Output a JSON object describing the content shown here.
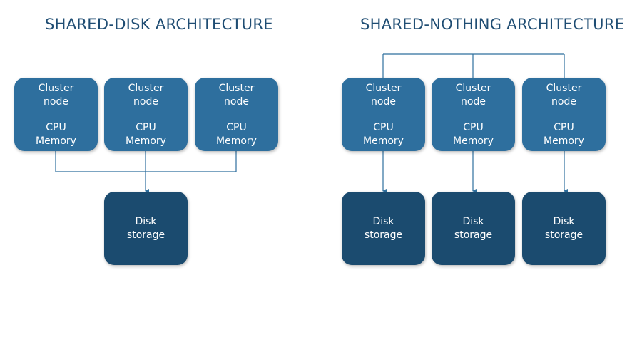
{
  "titles": {
    "left": "SHARED-DISK ARCHITECTURE",
    "right": "SHARED-NOTHING ARCHITECTURE"
  },
  "node": {
    "line1": "Cluster",
    "line2": "node",
    "line3": "CPU",
    "line4": "Memory"
  },
  "disk": {
    "line1": "Disk",
    "line2": "storage"
  },
  "colors": {
    "title": "#1f4d73",
    "node": "#2e6f9e",
    "disk": "#1b4b6f",
    "connector": "#2e6f9e"
  }
}
